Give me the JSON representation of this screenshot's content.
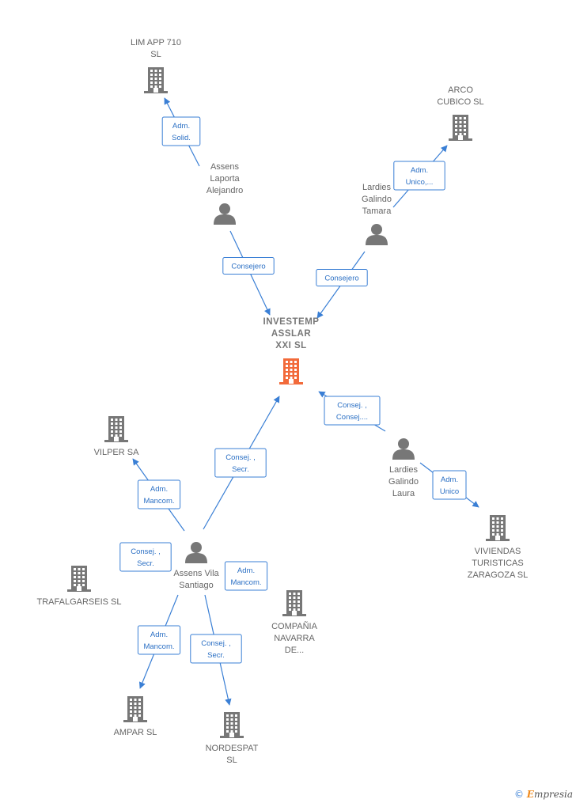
{
  "nodes": [
    {
      "id": "lim",
      "type": "company",
      "lines": [
        "LIM APP 710",
        "SL"
      ]
    },
    {
      "id": "arco",
      "type": "company",
      "lines": [
        "ARCO",
        "CUBICO  SL"
      ]
    },
    {
      "id": "assens_laporta",
      "type": "person",
      "lines": [
        "Assens",
        "Laporta",
        "Alejandro"
      ]
    },
    {
      "id": "lardies_tamara",
      "type": "person",
      "lines": [
        "Lardies",
        "Galindo",
        "Tamara"
      ]
    },
    {
      "id": "investemp",
      "type": "company-main",
      "lines": [
        "INVESTEMP",
        "ASSLAR",
        "XXI  SL"
      ]
    },
    {
      "id": "vilper",
      "type": "company",
      "lines": [
        "VILPER SA"
      ]
    },
    {
      "id": "lardies_laura",
      "type": "person",
      "lines": [
        "Lardies",
        "Galindo",
        "Laura"
      ]
    },
    {
      "id": "viviendas",
      "type": "company",
      "lines": [
        "VIVIENDAS",
        "TURISTICAS",
        "ZARAGOZA  SL"
      ]
    },
    {
      "id": "assens_vila",
      "type": "person",
      "lines": [
        "Assens Vila",
        "Santiago"
      ]
    },
    {
      "id": "trafalgar",
      "type": "company",
      "lines": [
        "TRAFALGARSEIS SL"
      ]
    },
    {
      "id": "compania",
      "type": "company",
      "lines": [
        "COMPAÑIA",
        "NAVARRA",
        "DE..."
      ]
    },
    {
      "id": "ampar",
      "type": "company",
      "lines": [
        "AMPAR SL"
      ]
    },
    {
      "id": "nordespat",
      "type": "company",
      "lines": [
        "NORDESPAT",
        "SL"
      ]
    }
  ],
  "edges": [
    {
      "id": "e1",
      "from": "assens_laporta",
      "to": "lim",
      "label": [
        "Adm.",
        "Solid."
      ]
    },
    {
      "id": "e2",
      "from": "lardies_tamara",
      "to": "arco",
      "label": [
        "Adm.",
        "Unico,..."
      ]
    },
    {
      "id": "e3",
      "from": "assens_laporta",
      "to": "investemp",
      "label": [
        "Consejero"
      ]
    },
    {
      "id": "e4",
      "from": "lardies_tamara",
      "to": "investemp",
      "label": [
        "Consejero"
      ]
    },
    {
      "id": "e5",
      "from": "lardies_laura",
      "to": "investemp",
      "label": [
        "Consej. ,",
        "Consej...."
      ]
    },
    {
      "id": "e6",
      "from": "lardies_laura",
      "to": "viviendas",
      "label": [
        "Adm.",
        "Unico"
      ]
    },
    {
      "id": "e7",
      "from": "assens_vila",
      "to": "investemp",
      "label": [
        "Consej. ,",
        "Secr."
      ]
    },
    {
      "id": "e8",
      "from": "assens_vila",
      "to": "vilper",
      "label": [
        "Adm.",
        "Mancom."
      ]
    },
    {
      "id": "e9",
      "from": "assens_vila",
      "to": "trafalgar",
      "label": [
        "Consej. ,",
        "Secr."
      ]
    },
    {
      "id": "e10",
      "from": "assens_vila",
      "to": "compania",
      "label": [
        "Adm.",
        "Mancom."
      ]
    },
    {
      "id": "e11",
      "from": "assens_vila",
      "to": "ampar",
      "label": [
        "Adm.",
        "Mancom."
      ]
    },
    {
      "id": "e12",
      "from": "assens_vila",
      "to": "nordespat",
      "label": [
        "Consej. ,",
        "Secr."
      ]
    }
  ],
  "colors": {
    "edge": "#3a7fd5",
    "icon": "#777777",
    "main_icon": "#f26a3a",
    "label": "#666666"
  },
  "footer": {
    "copyright": "©",
    "brand_first": "E",
    "brand_rest": "mpresia"
  }
}
